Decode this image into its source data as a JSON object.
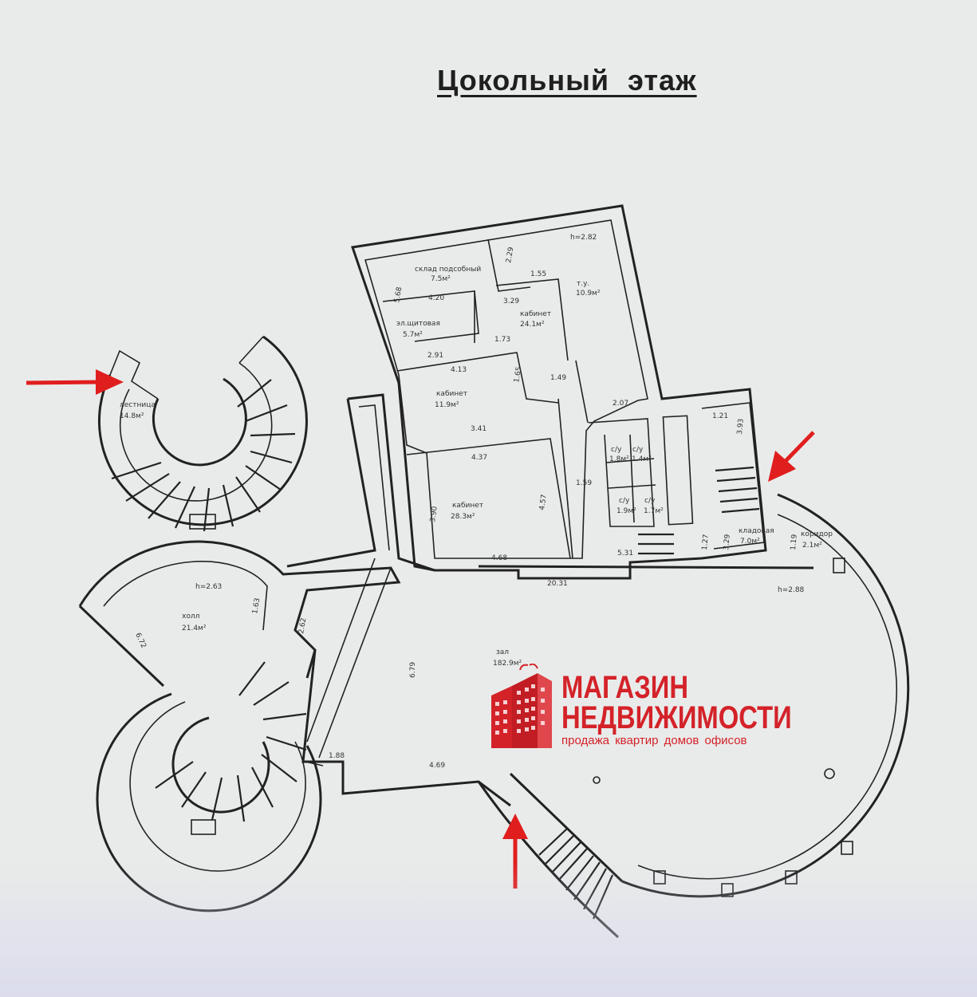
{
  "title": "Цокольный этаж",
  "colors": {
    "arrow": "#e01e1e",
    "logo": "#d42229",
    "wall": "#222222",
    "paper": "#e9ebea"
  },
  "rooms": [
    {
      "name": "склад подсобный",
      "area": "7.5м²"
    },
    {
      "name": "эл.щитовая",
      "area": "5.7м²"
    },
    {
      "name": "кабинет",
      "area": "24.1м²"
    },
    {
      "name": "т.у.",
      "area": "10.9м²"
    },
    {
      "name": "кабинет",
      "area": "11.9м²"
    },
    {
      "name": "кабинет",
      "area": "28.3м²"
    },
    {
      "name": "с/у",
      "area": "1.8м²"
    },
    {
      "name": "с/у",
      "area": "1.4м²"
    },
    {
      "name": "с/у",
      "area": "1.9м²"
    },
    {
      "name": "с/у",
      "area": "1.7м²"
    },
    {
      "name": "лестница",
      "area": "14.8м²"
    },
    {
      "name": "холл",
      "area": "21.4м²"
    },
    {
      "name": "зал",
      "area": "182.9м²"
    },
    {
      "name": "кладовая",
      "area": "7.0м²"
    },
    {
      "name": "коридор",
      "area": "2.1м²"
    }
  ],
  "heights": [
    "h=2.82",
    "h=2.63",
    "h=2.88"
  ],
  "dimensions": [
    "2.29",
    "1.55",
    "4.20",
    "3.29",
    "2.91",
    "1.73",
    "4.13",
    "1.49",
    "2.07",
    "1.65",
    "3.41",
    "4.37",
    "4.57",
    "1.59",
    "3.90",
    "4.68",
    "5.31",
    "20.31",
    "6.79",
    "1.88",
    "4.69",
    "5.68",
    "1.21",
    "3.93",
    "1.27",
    "3.29",
    "1.19",
    "6.72",
    "2.62",
    "1.63"
  ],
  "logo": {
    "line1": "МАГАЗИН",
    "line2": "НЕДВИЖИМОСТИ",
    "line3": "продажа квартир домов офисов"
  }
}
